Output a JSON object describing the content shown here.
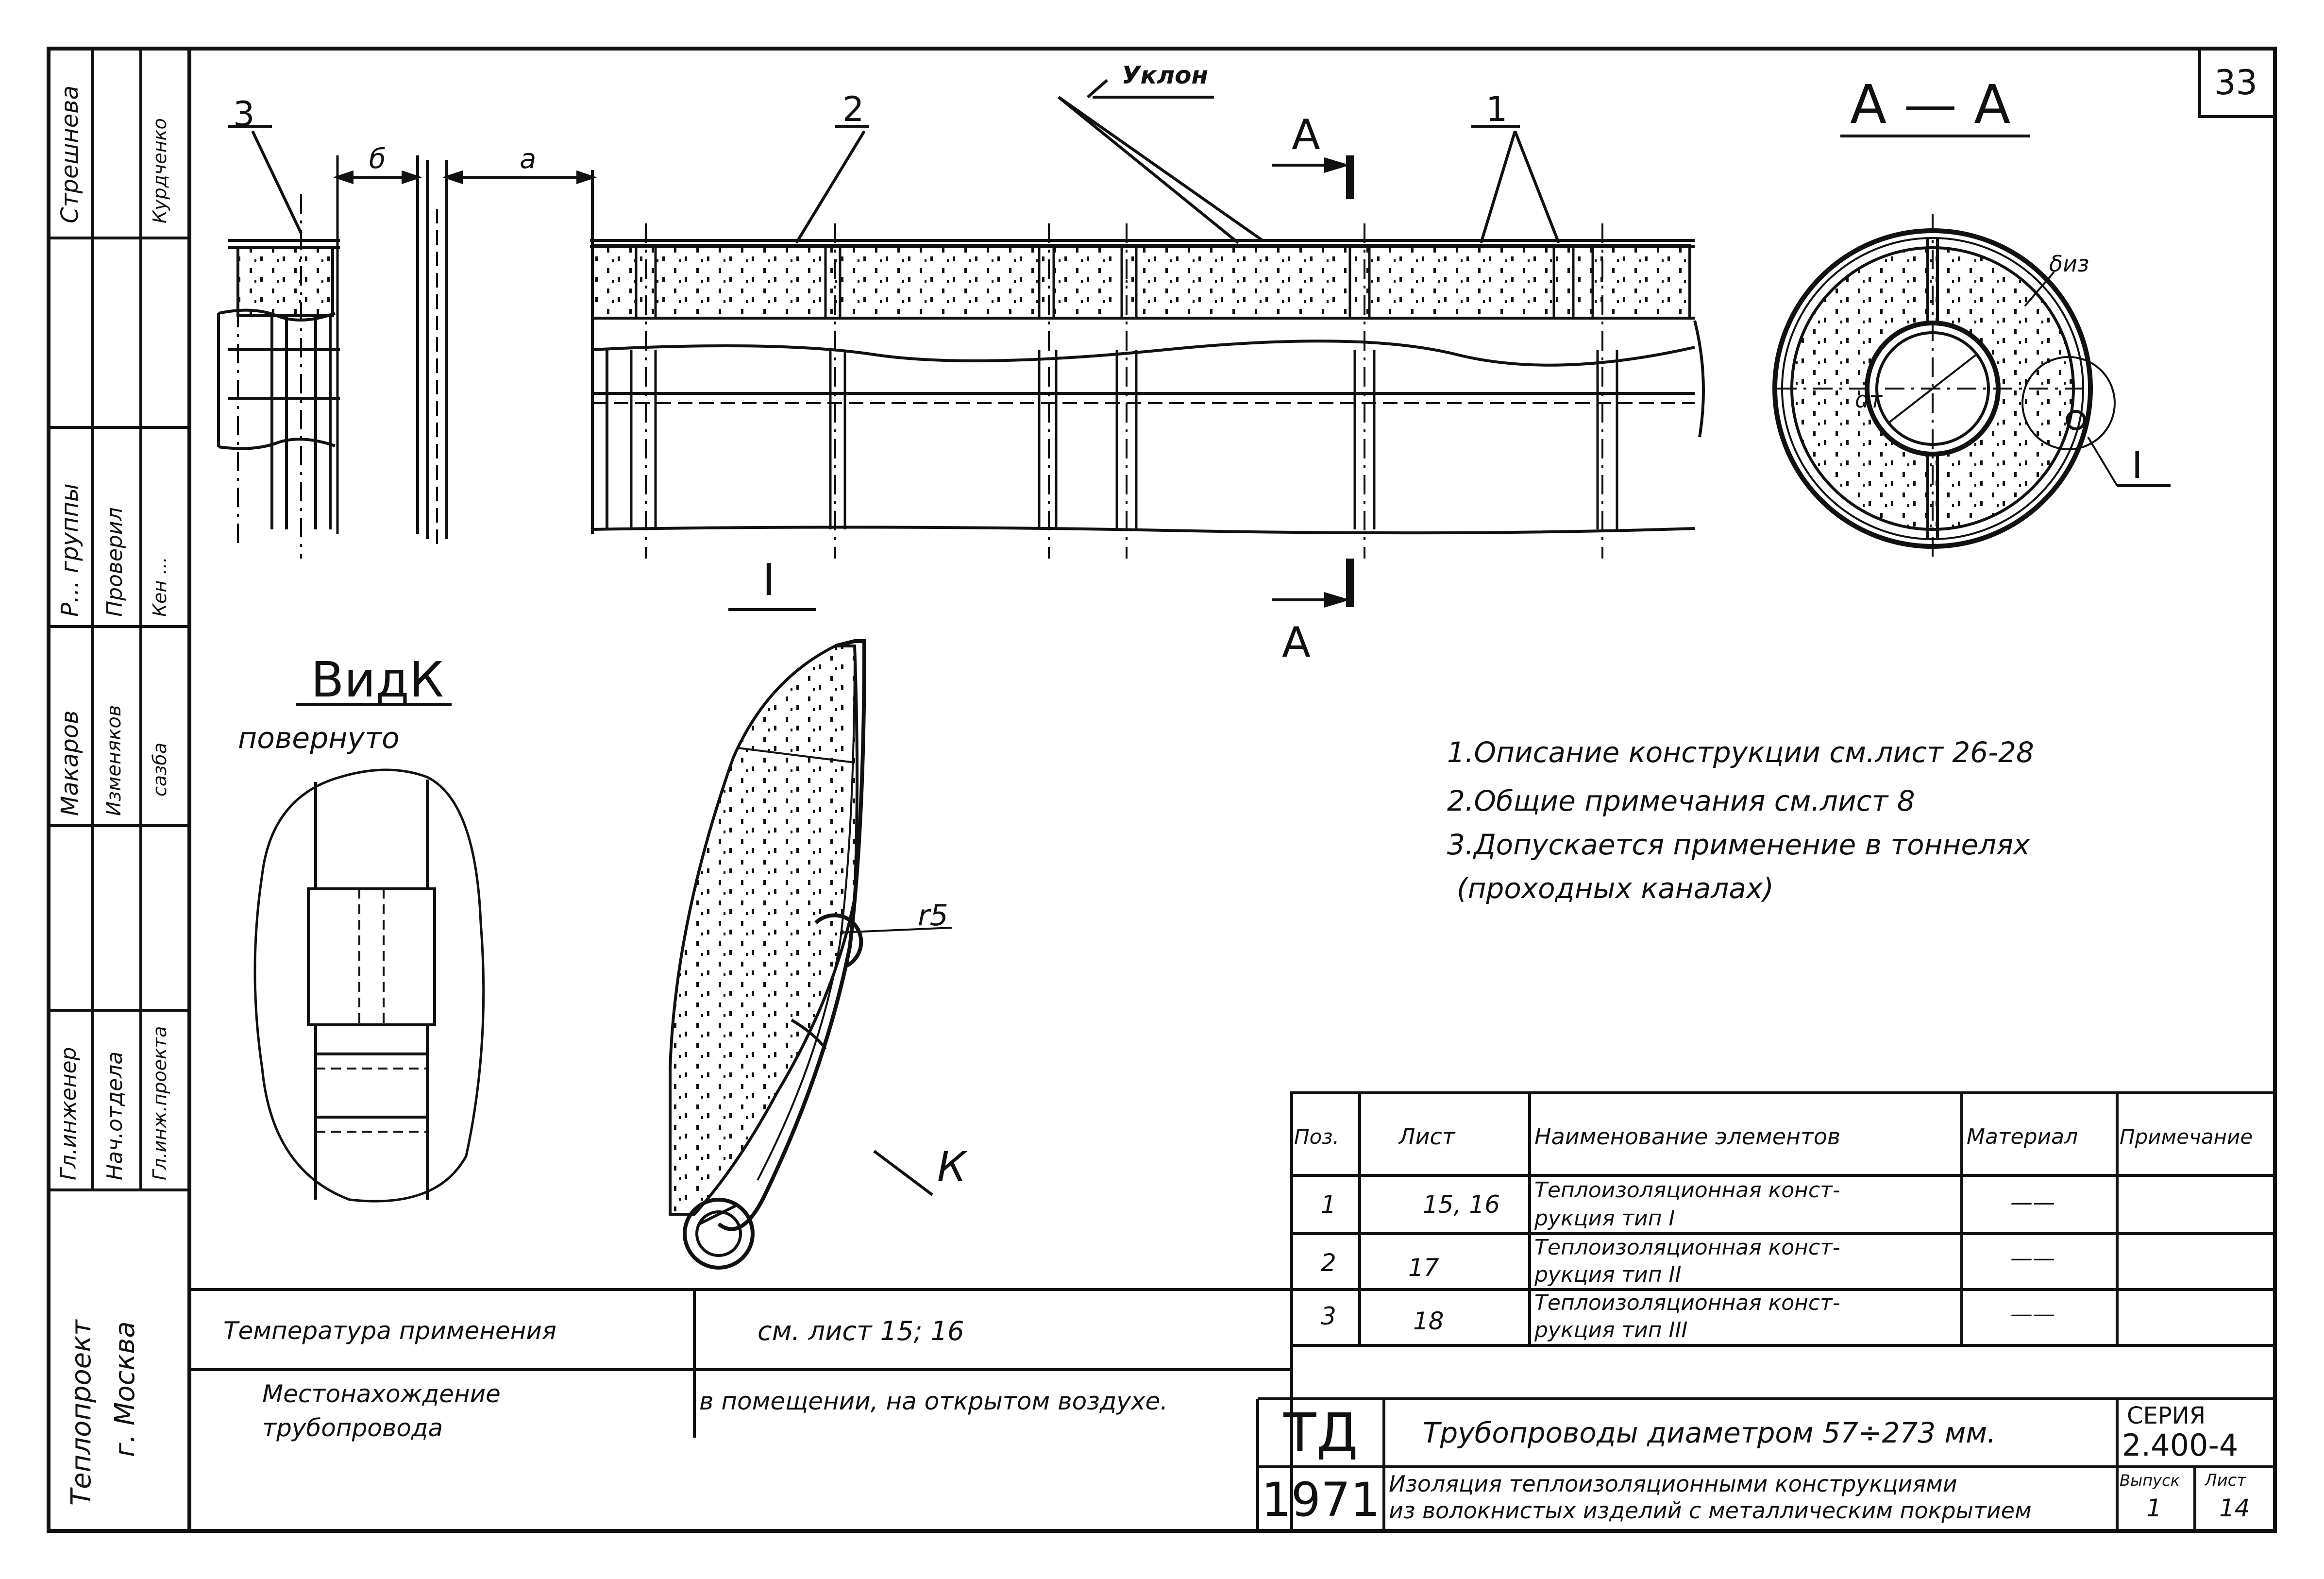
{
  "sheet_number": "33",
  "side_stamp": {
    "col1": [
      "Стрешнева",
      "",
      "Р... группы",
      "Макаров",
      "",
      "Гл.инженер",
      "Нач.отдела",
      "Гл.инж.проекта"
    ],
    "col2": [
      "Курдченко",
      "Проверил",
      "Изменяков",
      "",
      "",
      "",
      "",
      ""
    ],
    "col3": [
      "Кен ...",
      "сазба",
      "",
      "",
      "",
      "",
      "",
      ""
    ],
    "org": [
      "Теплопроект",
      "г. Москва"
    ]
  },
  "drawing": {
    "labels": {
      "pos1": "1",
      "pos2": "2",
      "pos3": "3",
      "slope": "Уклон",
      "dim_b": "б",
      "dim_a": "a",
      "section_mark": "А",
      "section_title": "А — А",
      "detail_ref": "I",
      "detail_title": "I",
      "view_title": "ВидК",
      "view_sub": "повернуто",
      "k_arrow": "К",
      "radius": "r5",
      "d_iz": "δиз",
      "d_t": "dт"
    }
  },
  "notes": [
    "1.Описание конструкции см.лист 26-28",
    "2.Общие примечания см.лист 8",
    "3.Допускается применение в тоннелях",
    "(проходных каналах)"
  ],
  "spec_table": {
    "headers": [
      "Поз.",
      "Лист",
      "Наименование элементов",
      "Материал",
      "Примечание"
    ],
    "rows": [
      {
        "pos": "1",
        "sheet": "15, 16",
        "name1": "Теплоизоляционная конст-",
        "name2": "рукция тип I",
        "material": "——",
        "note": ""
      },
      {
        "pos": "2",
        "sheet": "17",
        "name1": "Теплоизоляционная конст-",
        "name2": "рукция тип II",
        "material": "——",
        "note": ""
      },
      {
        "pos": "3",
        "sheet": "18",
        "name1": "Теплоизоляционная конст-",
        "name2": "рукция тип III",
        "material": "——",
        "note": ""
      }
    ]
  },
  "conditions_table": {
    "row1_label": "Температура применения",
    "row1_value": "см. лист 15; 16",
    "row2_label_1": "Местонахождение",
    "row2_label_2": "трубопровода",
    "row2_value": "в помещении, на открытом воздухе."
  },
  "title_block": {
    "td": "ТД",
    "year": "1971",
    "title": "Трубопроводы диаметром 57÷273 мм.",
    "subtitle_1": "Изоляция теплоизоляционными конструкциями",
    "subtitle_2": "из волокнистых изделий с металлическим покрытием",
    "series_label": "СЕРИЯ",
    "series_value": "2.400-4",
    "issue_label": "Выпуск",
    "issue_value": "1",
    "sheet_label": "Лист",
    "sheet_value": "14"
  },
  "colors": {
    "ink": "#111111",
    "paper": "#ffffff"
  }
}
